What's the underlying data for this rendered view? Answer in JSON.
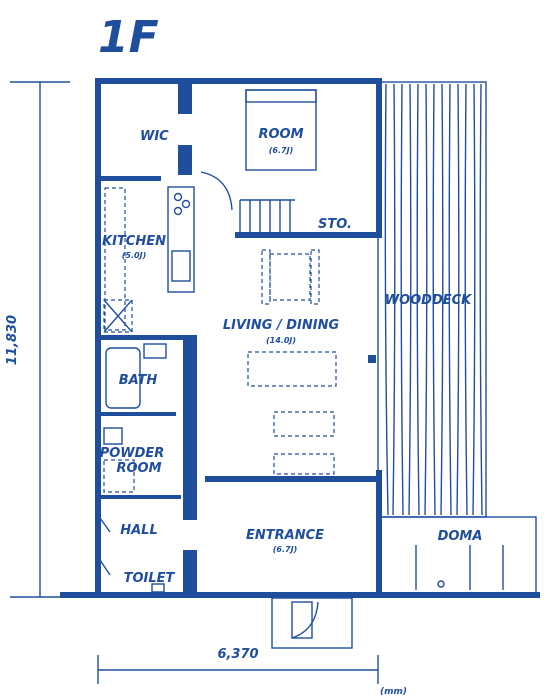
{
  "floor": "1F",
  "dimensions": {
    "height": "11,830",
    "width": "6,370",
    "unit": "(mm)"
  },
  "rooms": {
    "wic": "WIC",
    "room": "ROOM",
    "room_size": "(6.7J)",
    "sto": "STO.",
    "kitchen": "KITCHEN",
    "kitchen_size": "(5.0J)",
    "living": "LIVING / DINING",
    "living_size": "(14.0J)",
    "wooddeck": "WOODDECK",
    "bath": "BATH",
    "powder": "POWDER",
    "powder2": "ROOM",
    "hall": "HALL",
    "entrance": "ENTRANCE",
    "entrance_size": "(6.7J)",
    "doma": "DOMA",
    "toilet": "TOILET"
  },
  "colors": {
    "ink": "#1f4e9c"
  }
}
